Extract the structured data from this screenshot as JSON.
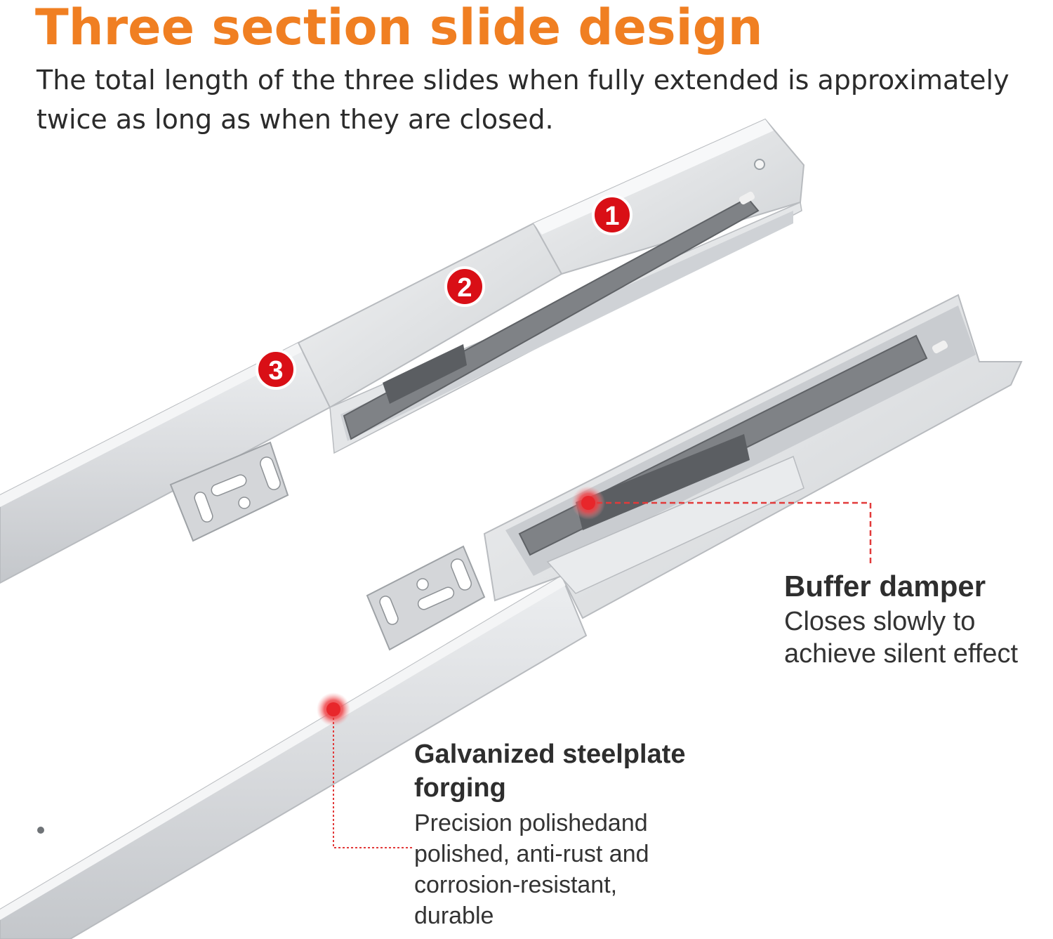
{
  "header": {
    "title": "Three section slide design",
    "subtitle": "The total length of the three slides when fully extended is approximately twice as long as when they are closed."
  },
  "markers": [
    "1",
    "2",
    "3"
  ],
  "callouts": {
    "damper": {
      "title": "Buffer damper",
      "body": [
        "Closes slowly to",
        "achieve silent effect"
      ]
    },
    "steel": {
      "title": [
        "Galvanized steelplate",
        "forging"
      ],
      "body": [
        "Precision polishedand",
        "polished, anti-rust and",
        "corrosion-resistant,",
        "durable"
      ]
    }
  },
  "colors": {
    "accent": "#f07f22",
    "marker_red": "#d90f16",
    "leader_red": "#e23a3a",
    "steel": "#d7d9dc",
    "damper_grey": "#808386"
  }
}
